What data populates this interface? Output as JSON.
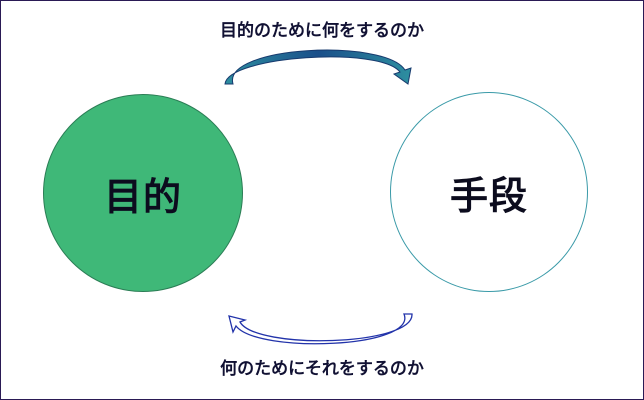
{
  "top_caption": "目的のために何をするのか",
  "bottom_caption": "何のためにそれをするのか",
  "purpose_label": "目的",
  "means_label": "手段",
  "colors": {
    "purpose_fill": "#3fb878",
    "means_border": "#3a9aa8",
    "top_arrow": "#1e6e8c",
    "bottom_arrow": "#2233aa"
  }
}
